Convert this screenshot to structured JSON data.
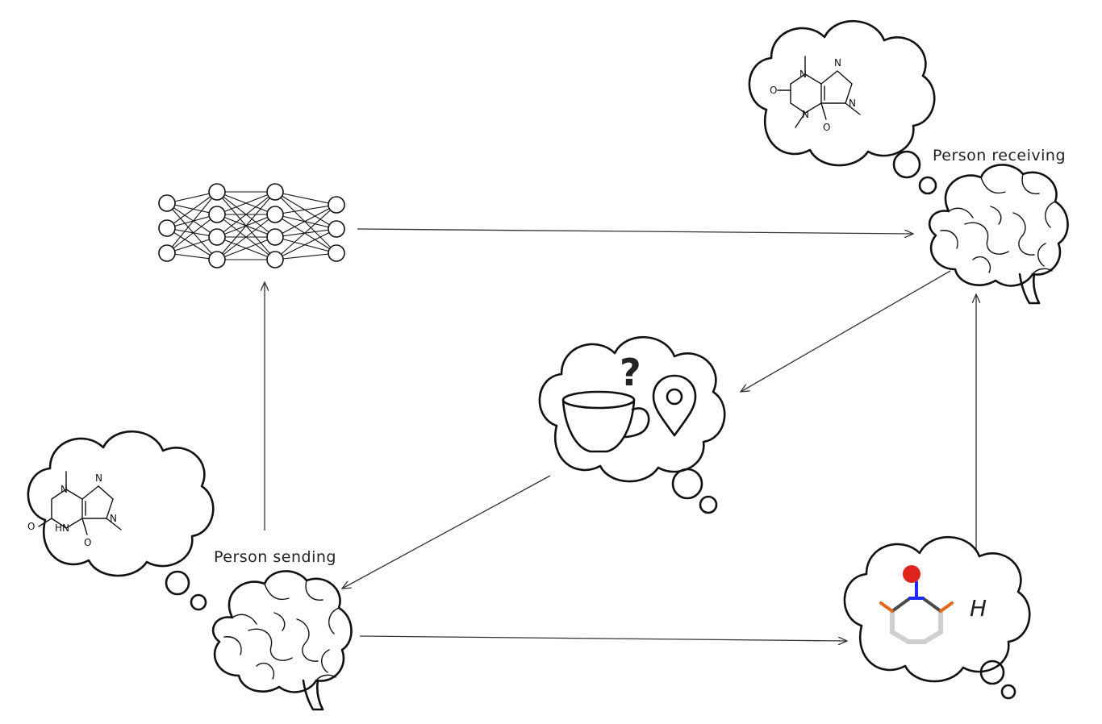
{
  "labels": {
    "sender": "Person sending",
    "receiver": "Person receiving",
    "h_symbol": "H",
    "question_mark": "?"
  },
  "molecule_sender": {
    "atoms": [
      "N",
      "N",
      "N",
      "HN",
      "O",
      "O"
    ]
  },
  "molecule_receiver": {
    "atoms": [
      "N",
      "N",
      "N",
      "N",
      "O",
      "O"
    ]
  },
  "icons": [
    "brain-icon",
    "thought-bubble-icon",
    "neural-network-icon",
    "coffee-cup-icon",
    "location-pin-icon",
    "molecule-fragment-icon"
  ],
  "colors": {
    "oxygen": "#e0241b",
    "nitrogen": "#1a2bff",
    "carbon": "#4a4a4a",
    "bond_end": "#e06a1a"
  }
}
